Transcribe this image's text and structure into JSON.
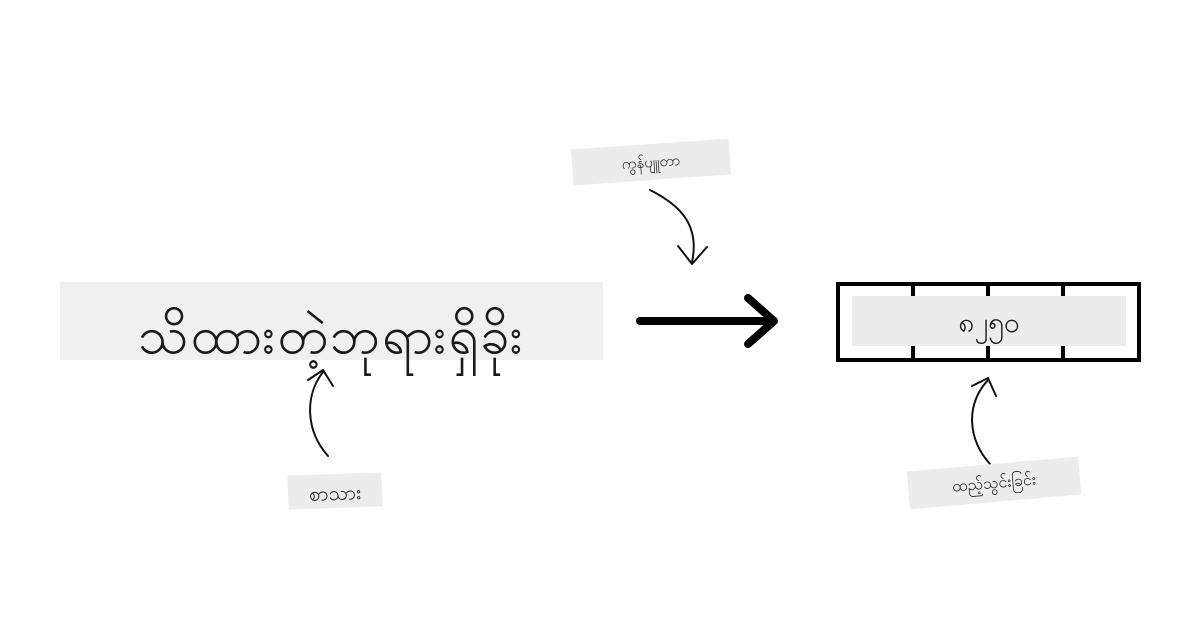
{
  "input": {
    "text": "သိထားတဲ့ဘုရားရှိခိုး"
  },
  "labels": {
    "model": "ကွန်ပျူတာ",
    "text": "စာသား",
    "embedding": "ထည့်သွင်းခြင်း"
  },
  "output": {
    "value": "၈၂၅၀",
    "segments": 4
  },
  "colors": {
    "stroke": "#000000",
    "box_fill": "#f0f0f0",
    "tag_fill": "#ececec",
    "text": "#1a1a1a"
  }
}
